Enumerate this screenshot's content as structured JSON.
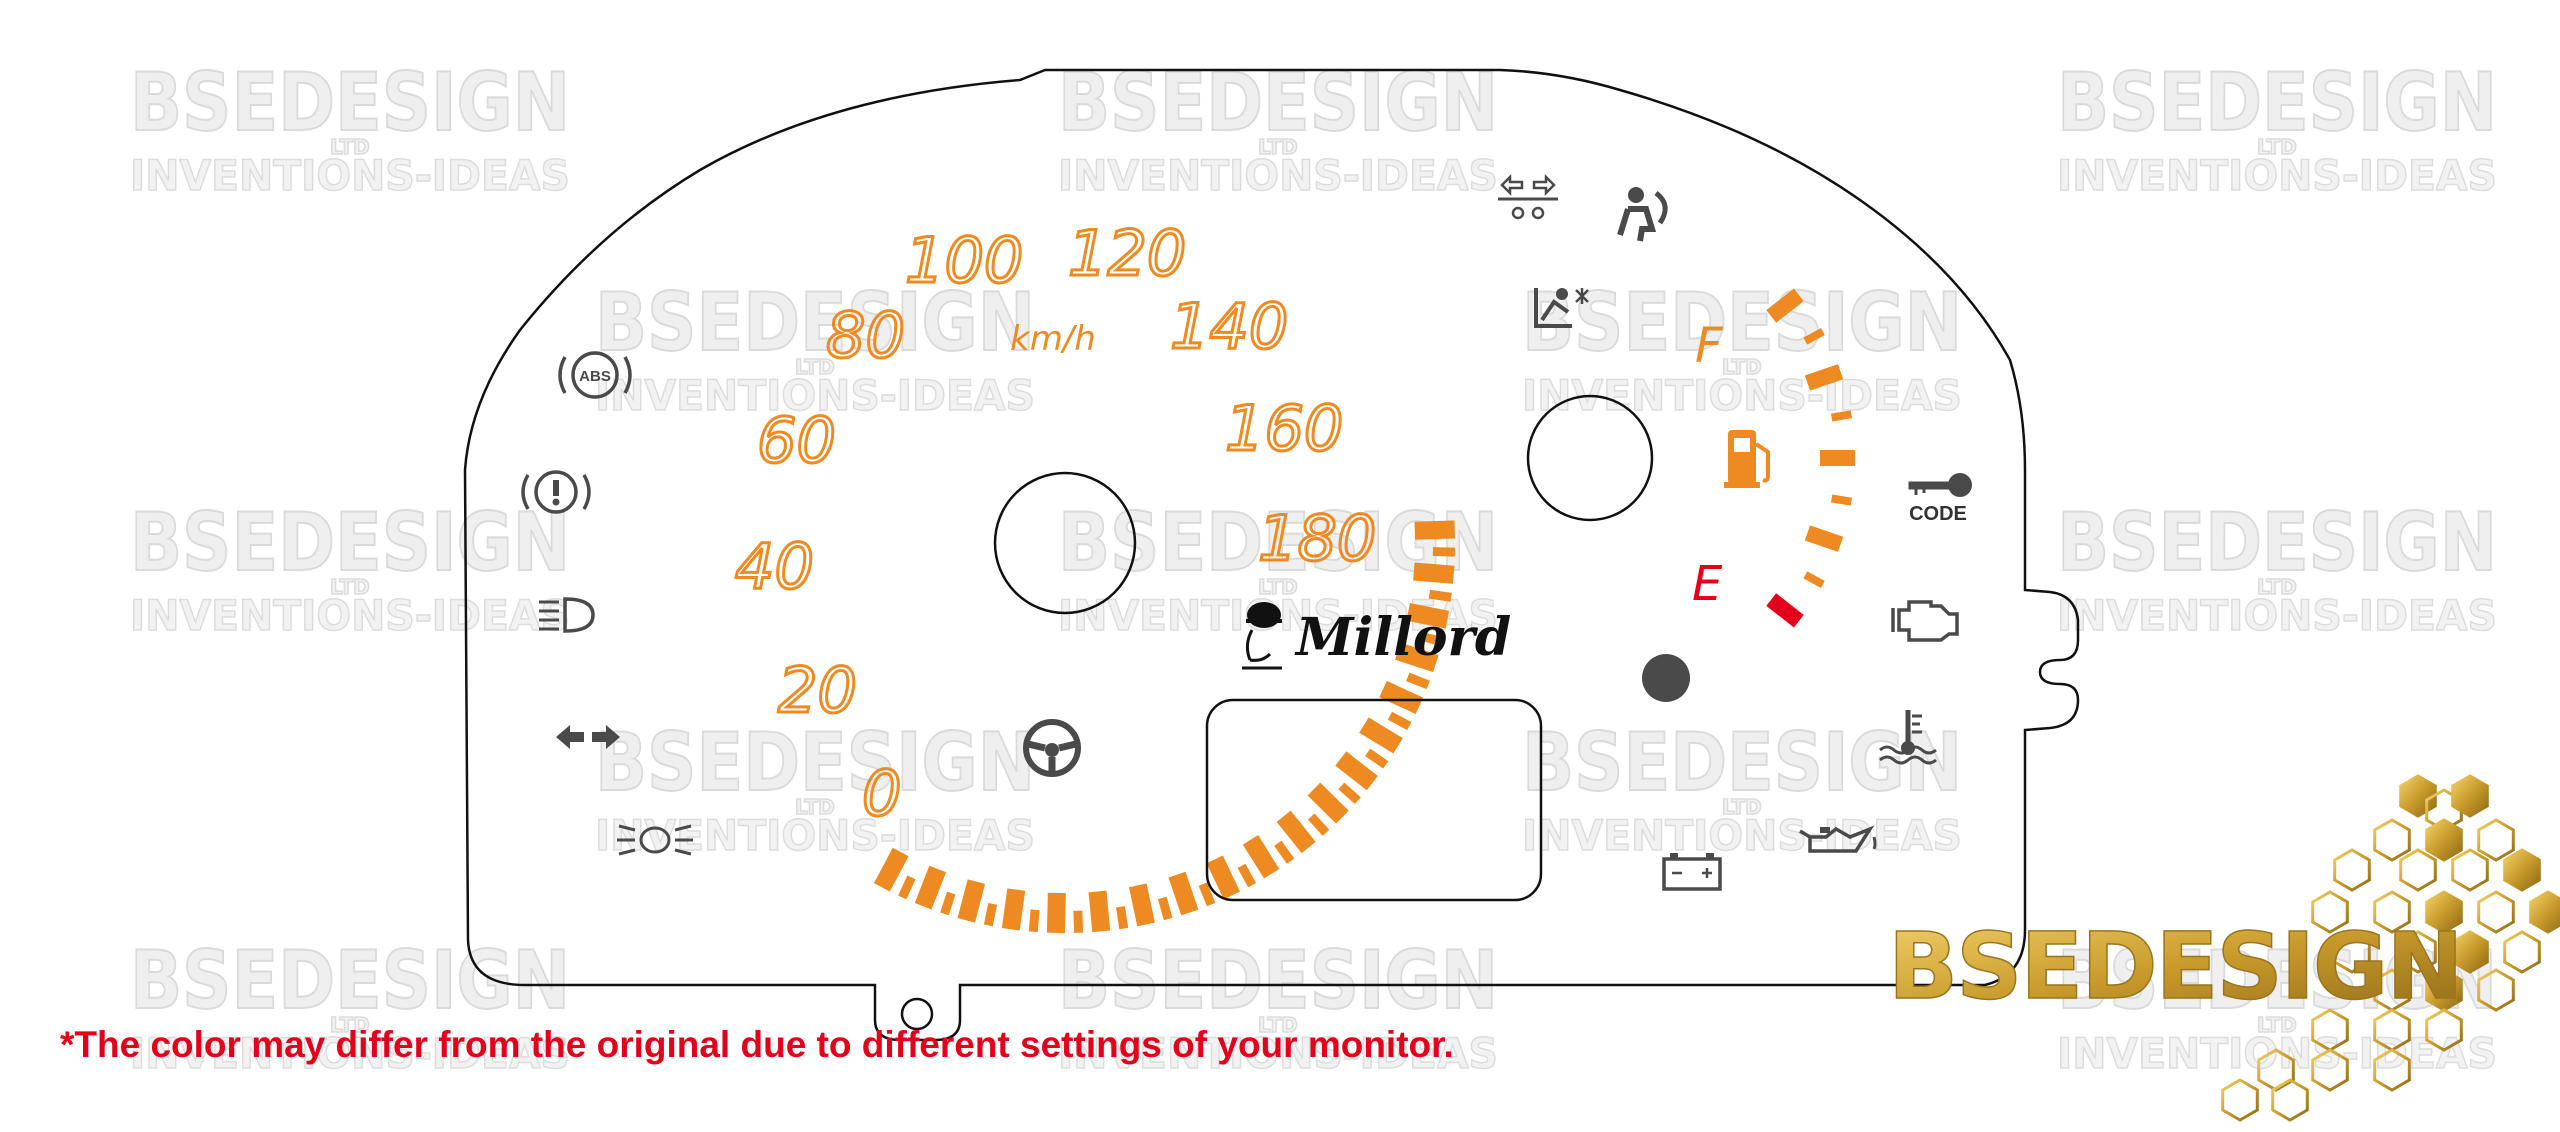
{
  "watermark": {
    "main": "BSEDESIGN",
    "ltd": "LTD",
    "sub": "INVENTIONS-IDEAS"
  },
  "speedometer": {
    "unit": "km/h",
    "labels": [
      "0",
      "20",
      "40",
      "60",
      "80",
      "100",
      "120",
      "140",
      "160",
      "180"
    ],
    "tick_color": "#ee8a22"
  },
  "fuel_gauge": {
    "full_label": "F",
    "empty_label": "E",
    "full_color": "#ee8a22",
    "empty_color": "#e3001b"
  },
  "brand": {
    "name": "Millord",
    "logo_text": "BSEDESIGN"
  },
  "indicators": {
    "abs": "ABS",
    "code": "CODE",
    "icons": [
      "abs-icon",
      "brake-warning-icon",
      "headlight-icon",
      "turn-signal-icon",
      "fog-light-icon",
      "steering-icon",
      "transmission-icon",
      "airbag-icon",
      "seatbelt-icon",
      "fuel-pump-icon",
      "immobilizer-key-icon",
      "engine-check-icon",
      "coolant-temp-icon",
      "oil-pressure-icon",
      "battery-icon"
    ]
  },
  "disclaimer": "*The color may differ from the original due to different settings of your monitor."
}
